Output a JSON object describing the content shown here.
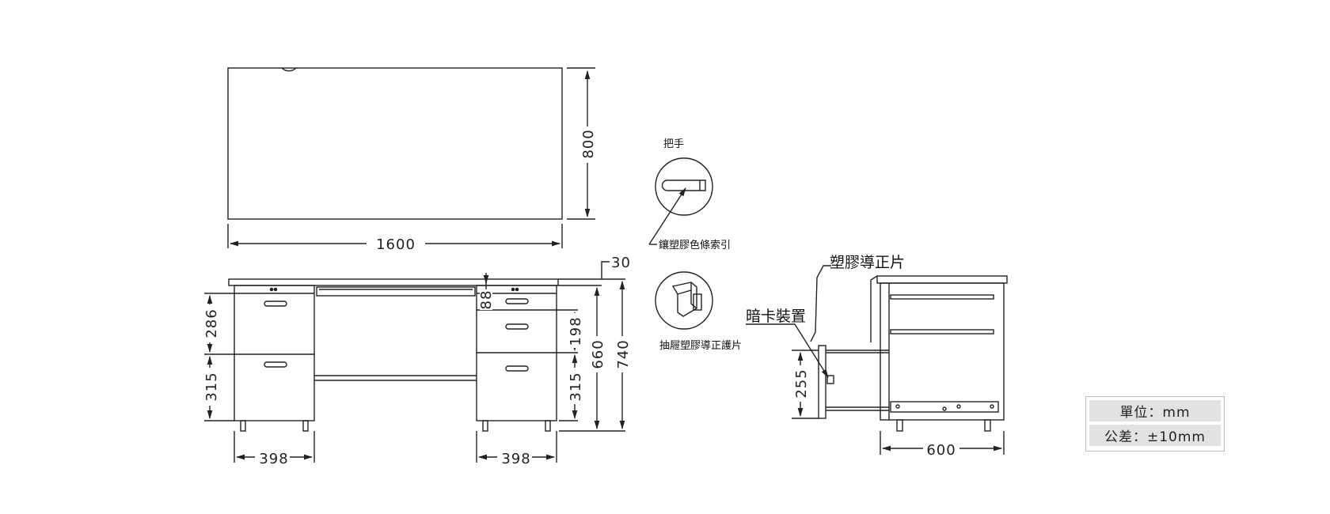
{
  "dimensions": {
    "top_width": "1600",
    "top_depth": "800",
    "top_thickness": "30",
    "left_drawer_upper": "286",
    "left_drawer_lower": "315",
    "left_pedestal_width": "398",
    "right_drawer_top": "88",
    "right_drawer_mid": "198",
    "right_drawer_bottom": "315",
    "leg_height": "660",
    "total_height": "740",
    "right_pedestal_width": "398",
    "side_depth": "600",
    "drawer_extension": "255"
  },
  "labels": {
    "handle": "把手",
    "handle_insert": "鑲塑膠色條索引",
    "guide_protector": "抽屜塑膠導正護片",
    "plastic_guide": "塑膠導正片",
    "hidden_lock": "暗卡裝置"
  },
  "unit_box": {
    "unit": "單位：mm",
    "tolerance": "公差：±10mm"
  }
}
